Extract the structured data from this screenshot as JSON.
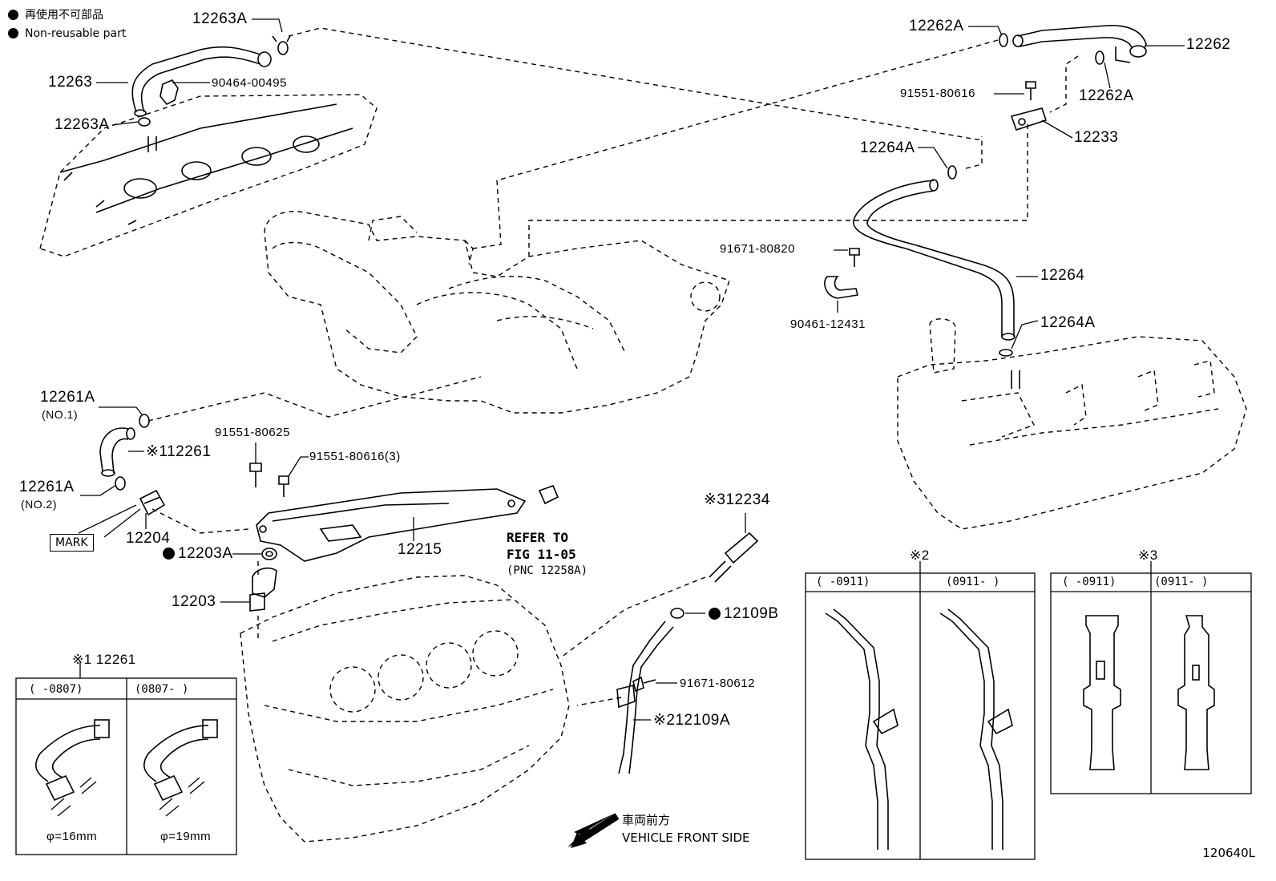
{
  "legend": {
    "line_jp": "再使用不可部品",
    "line_en": "Non-reusable part"
  },
  "labels": {
    "p12263A_top": "12263A",
    "p12263": "12263",
    "p90464": "90464-00495",
    "p12263A_bot": "12263A",
    "p12262A_left": "12262A",
    "p12262": "12262",
    "p12262A_right": "12262A",
    "p91551_80616": "91551-80616",
    "p12233": "12233",
    "p12264A_top": "12264A",
    "p91671_80820": "91671-80820",
    "p12264": "12264",
    "p90461": "90461-12431",
    "p12264A_bot": "12264A",
    "p12261A_1": "12261A",
    "p12261A_1_sub": "(NO.1)",
    "p12261": "※112261",
    "p12261A_2": "12261A",
    "p12261A_2_sub": "(NO.2)",
    "p91551_80625": "91551-80625",
    "p91551_80616_3": "91551-80616(3)",
    "mark": "MARK",
    "p12204": "12204",
    "p12215": "12215",
    "p12203A": "12203A",
    "p12203": "12203",
    "p12234": "※312234",
    "p12109B": "12109B",
    "p91671_80612": "91671-80612",
    "p12109A": "※212109A"
  },
  "refer": {
    "line1": "REFER TO",
    "line2": "FIG 11-05",
    "line3": "(PNC 12258A)"
  },
  "inset1": {
    "title": "※1 12261",
    "col1": "(      -0807)",
    "col2": "(0807-      )",
    "dim1": "φ=16mm",
    "dim2": "φ=19mm"
  },
  "inset2": {
    "title": "※2",
    "col1": "(    -0911)",
    "col2": "(0911-    )"
  },
  "inset3": {
    "title": "※3",
    "col1": "(    -0911)",
    "col2": "(0911-    )"
  },
  "front": {
    "line_jp": "車両前方",
    "line_en": "VEHICLE FRONT SIDE"
  },
  "figure_no": "120640L"
}
